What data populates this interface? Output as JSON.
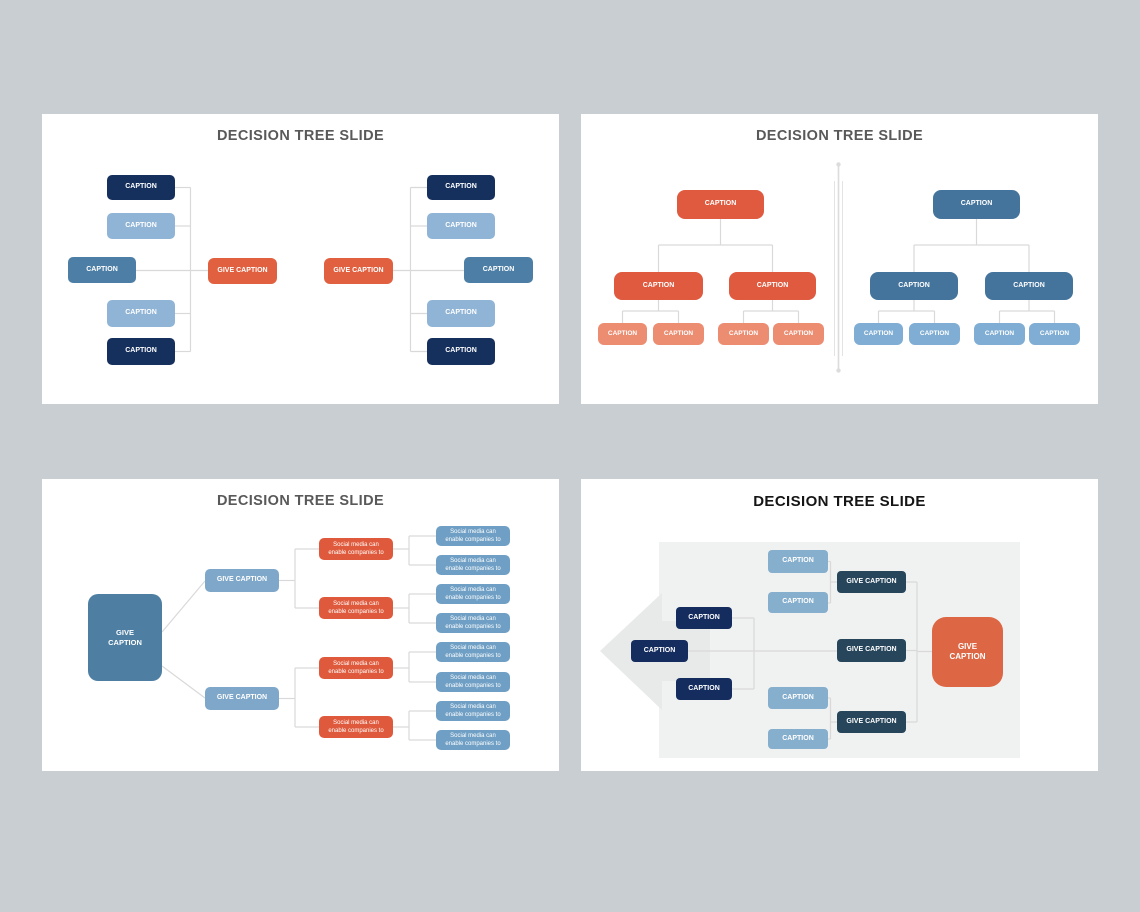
{
  "page": {
    "background_color": "#c9ced3"
  },
  "colors": {
    "navy": "#16305e",
    "light_blue": "#8fb4d5",
    "steel_blue": "#4d7fa6",
    "orange": "#e0603f",
    "salmon": "#ec8d72",
    "blue_root": "#44749c",
    "blue_leaf": "#7fadd3",
    "dark_slate": "#27465c",
    "connector_gray": "#d9d9d9",
    "title_gray": "#595959"
  },
  "slides": {
    "slide1": {
      "title": "DECISION TREE SLIDE",
      "left_tree": {
        "branches": [
          "CAPTION",
          "CAPTION",
          "CAPTION",
          "CAPTION",
          "CAPTION"
        ],
        "root": "GIVE CAPTION"
      },
      "right_tree": {
        "root": "GIVE CAPTION",
        "branches": [
          "CAPTION",
          "CAPTION",
          "CAPTION",
          "CAPTION",
          "CAPTION"
        ]
      }
    },
    "slide2": {
      "title": "DECISION TREE SLIDE",
      "orange_tree": {
        "root": "CAPTION",
        "children": [
          "CAPTION",
          "CAPTION"
        ],
        "leaves": [
          "CAPTION",
          "CAPTION",
          "CAPTION",
          "CAPTION"
        ]
      },
      "blue_tree": {
        "root": "CAPTION",
        "children": [
          "CAPTION",
          "CAPTION"
        ],
        "leaves": [
          "CAPTION",
          "CAPTION",
          "CAPTION",
          "CAPTION"
        ]
      }
    },
    "slide3": {
      "title": "DECISION TREE SLIDE",
      "root": "GIVE\nCAPTION",
      "branches": [
        "GIVE CAPTION",
        "GIVE CAPTION"
      ],
      "sub_branches": [
        "Social media can\nenable companies to",
        "Social media can\nenable companies to",
        "Social media can\nenable companies to",
        "Social media can\nenable companies to"
      ],
      "leaves": [
        "Social media can\nenable companies to",
        "Social media can\nenable companies to",
        "Social media can\nenable companies to",
        "Social media can\nenable companies to",
        "Social media can\nenable companies to",
        "Social media can\nenable companies to",
        "Social media can\nenable companies to",
        "Social media can\nenable companies to"
      ]
    },
    "slide4": {
      "title": "DECISION TREE SLIDE",
      "left_nodes": [
        "CAPTION",
        "CAPTION",
        "CAPTION"
      ],
      "top_pair": [
        "CAPTION",
        "CAPTION"
      ],
      "bottom_pair": [
        "CAPTION",
        "CAPTION"
      ],
      "give_nodes": [
        "GIVE CAPTION",
        "GIVE CAPTION",
        "GIVE CAPTION"
      ],
      "root": "GIVE\nCAPTION"
    }
  }
}
